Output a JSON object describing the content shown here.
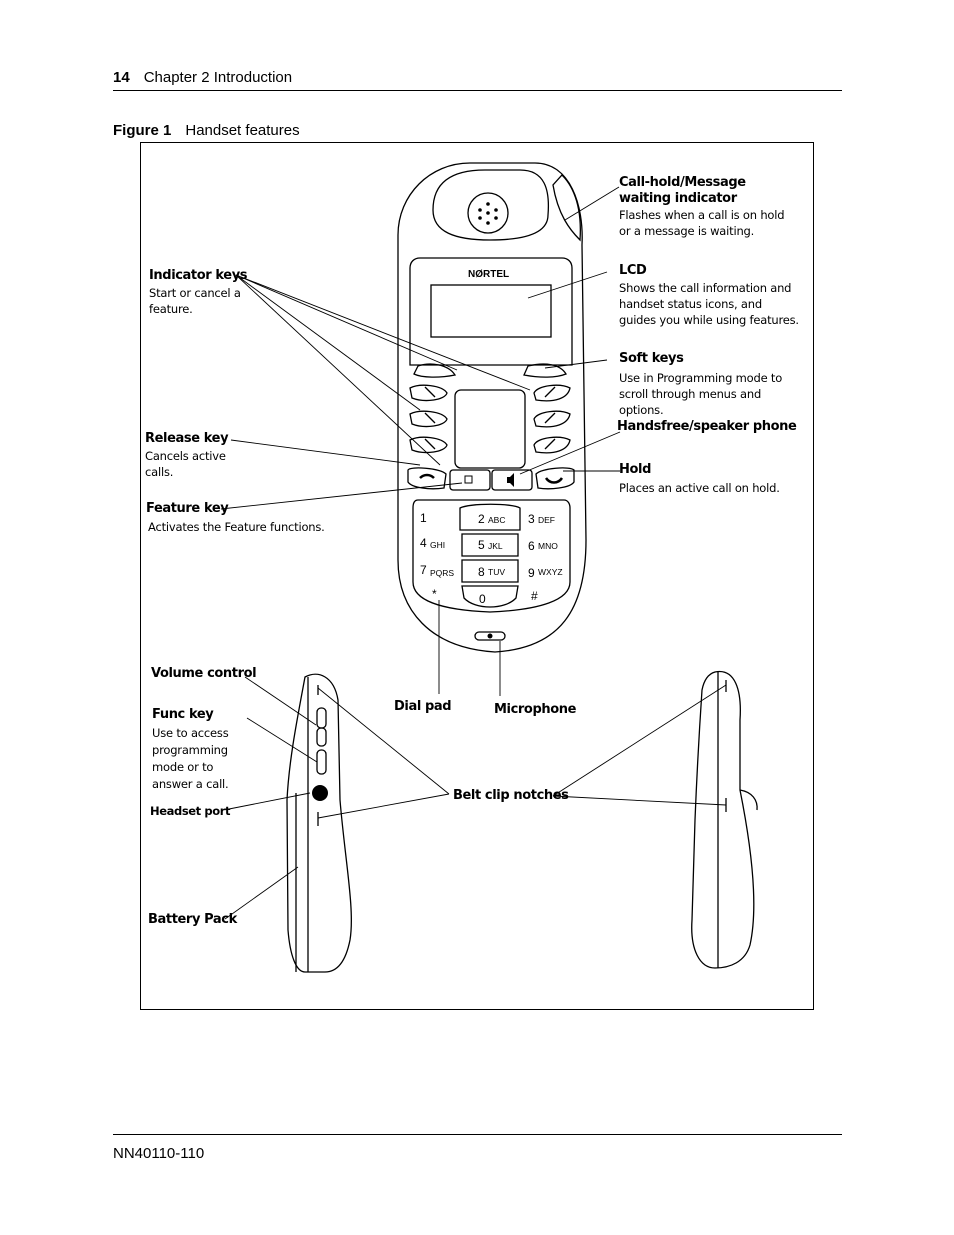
{
  "header": {
    "page_number": "14",
    "chapter": "Chapter 2  Introduction"
  },
  "figure": {
    "label": "Figure 1",
    "title": "Handset features"
  },
  "brand": "NØRTEL",
  "keypad": [
    {
      "digit": "1",
      "letters": ""
    },
    {
      "digit": "2",
      "letters": "ABC"
    },
    {
      "digit": "3",
      "letters": "DEF"
    },
    {
      "digit": "4",
      "letters": "GHI"
    },
    {
      "digit": "5",
      "letters": "JKL"
    },
    {
      "digit": "6",
      "letters": "MNO"
    },
    {
      "digit": "7",
      "letters": "PQRS"
    },
    {
      "digit": "8",
      "letters": "TUV"
    },
    {
      "digit": "9",
      "letters": "WXYZ"
    },
    {
      "digit": "*",
      "letters": ""
    },
    {
      "digit": "0",
      "letters": ""
    },
    {
      "digit": "#",
      "letters": ""
    }
  ],
  "callouts": {
    "call_hold": {
      "title": "Call-hold/Message waiting indicator",
      "desc": "Flashes when a call is on hold or a message is waiting."
    },
    "lcd": {
      "title": "LCD",
      "desc": "Shows the call information and handset status icons, and guides you while using features."
    },
    "soft_keys": {
      "title": "Soft keys",
      "desc": "Use in Programming mode to scroll through menus and options."
    },
    "handsfree": {
      "title": "Handsfree/speaker phone"
    },
    "hold": {
      "title": "Hold",
      "desc": "Places an active call on hold."
    },
    "indicator_keys": {
      "title": "Indicator keys",
      "desc": "Start or cancel a feature."
    },
    "release_key": {
      "title": "Release key",
      "desc": "Cancels active calls."
    },
    "feature_key": {
      "title": "Feature key",
      "desc": "Activates the Feature functions."
    },
    "volume_control": {
      "title": "Volume control"
    },
    "func_key": {
      "title": "Func key",
      "desc": "Use to access programming mode or to answer a call."
    },
    "headset_port": {
      "title": "Headset port"
    },
    "battery_pack": {
      "title": "Battery Pack"
    },
    "dial_pad": {
      "title": "Dial pad"
    },
    "microphone": {
      "title": "Microphone"
    },
    "belt_clip": {
      "title": "Belt clip notches"
    }
  },
  "footer": {
    "doc_id": "NN40110-110"
  }
}
